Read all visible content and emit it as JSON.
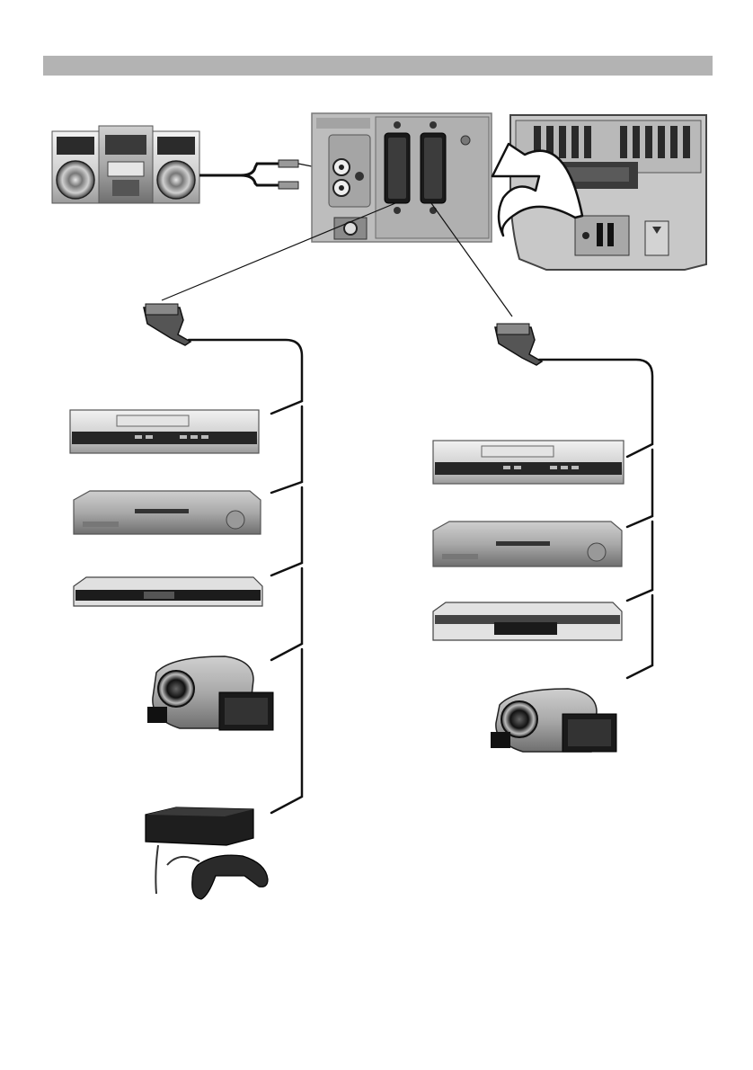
{
  "page": {
    "background": "#ffffff",
    "header_bar_color": "#b3b3b3"
  },
  "devices": {
    "left_chain": [
      "video-recorder",
      "set-top-box",
      "dvd-player",
      "camcorder",
      "game-console"
    ],
    "right_chain": [
      "video-recorder",
      "set-top-box",
      "dvd-recorder",
      "camcorder"
    ]
  },
  "colors": {
    "cable": "#111111",
    "device_light": "#d9d9d9",
    "device_dark": "#2a2a2a",
    "panel": "#bdbdbd"
  }
}
